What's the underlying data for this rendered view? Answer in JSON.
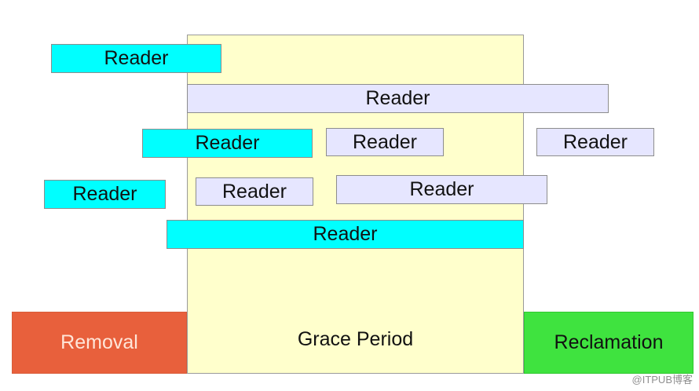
{
  "diagram": {
    "grace_period_label": "Grace Period",
    "removal_label": "Removal",
    "reclamation_label": "Reclamation",
    "reader_label": "Reader",
    "watermark": "@ITPUB博客"
  },
  "colors": {
    "grace_period_fill": "#ffffcc",
    "removal_fill": "#e8603c",
    "reclamation_fill": "#3fe33f",
    "reader_cyan_fill": "#00ffff",
    "reader_lavender_fill": "#e6e6ff",
    "border": "#8d8d8d"
  }
}
